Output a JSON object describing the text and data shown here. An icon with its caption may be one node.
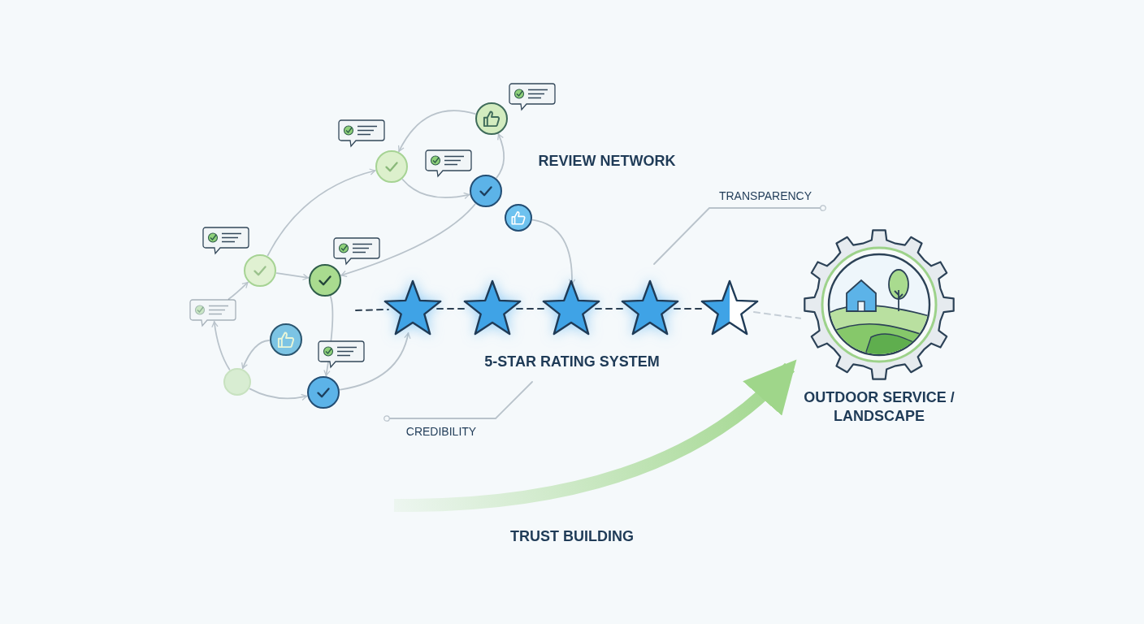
{
  "diagram": {
    "nodes": [
      {
        "text": [],
        "shape": "circle"
      },
      {
        "text": [],
        "shape": "circle"
      },
      {
        "text": [],
        "shape": "circle"
      },
      {
        "text": [],
        "shape": "circle"
      },
      {
        "text": [],
        "shape": "circle"
      },
      {
        "text": [],
        "shape": "circle"
      },
      {
        "text": [],
        "shape": "bubble"
      },
      {
        "text": [],
        "shape": "circle"
      },
      {
        "text": [],
        "shape": "circle"
      },
      {
        "text": [],
        "shape": "circle"
      },
      {
        "text": [],
        "shape": "star"
      },
      {
        "text": [],
        "shape": "star"
      },
      {
        "text": [],
        "shape": "star"
      },
      {
        "text": [],
        "shape": "star"
      },
      {
        "text": [],
        "shape": "star"
      },
      {
        "text": [
          "OUTDOOR SERVICE / LANDSCAPE"
        ]
      },
      {
        "text": [
          "TRANSPARENCY"
        ]
      },
      {
        "text": [
          "CREDIBILITY"
        ]
      }
    ],
    "edges": [
      {
        "from": 4,
        "to": 0,
        "arrow": "to"
      },
      {
        "from": 0,
        "to": 2,
        "arrow": "to"
      },
      {
        "from": 2,
        "to": 1,
        "arrow": "to"
      },
      {
        "from": 1,
        "to": 0,
        "arrow": "to"
      },
      {
        "from": 2,
        "to": 5,
        "arrow": "to"
      },
      {
        "from": 3,
        "to": 12,
        "arrow": "to"
      },
      {
        "from": 4,
        "to": 5,
        "arrow": "to"
      },
      {
        "from": 5,
        "to": 9,
        "arrow": "to"
      },
      {
        "from": 7,
        "to": 8,
        "arrow": "to"
      },
      {
        "from": 8,
        "to": 6,
        "arrow": "to"
      },
      {
        "from": 6,
        "to": 4,
        "arrow": "to"
      },
      {
        "from": 8,
        "to": 9,
        "arrow": "to"
      },
      {
        "from": 9,
        "to": 10,
        "arrow": "to"
      },
      {
        "from": null,
        "to": 10,
        "arrow": "none",
        "style": "dashed",
        "color": "#2c3e50"
      },
      {
        "from": 10,
        "to": 11,
        "arrow": "none",
        "style": "dashed",
        "color": "#2c3e50"
      },
      {
        "from": 11,
        "to": 12,
        "arrow": "none",
        "style": "dashed",
        "color": "#2c3e50"
      },
      {
        "from": 12,
        "to": 13,
        "arrow": "none",
        "style": "dashed",
        "color": "#2c3e50"
      },
      {
        "from": 13,
        "to": 14,
        "arrow": "none",
        "style": "dashed",
        "color": "#2c3e50"
      },
      {
        "from": 14,
        "to": 15,
        "arrow": "none",
        "style": "dashed",
        "color": "#c5ced6"
      },
      {
        "from": null,
        "to": 15,
        "arrow": "to",
        "style": "thick",
        "color": "#9fd68a",
        "label": "TRUST BUILDING"
      },
      {
        "from": 16,
        "to": null,
        "arrow": "other"
      },
      {
        "from": 17,
        "to": null,
        "arrow": "other"
      }
    ],
    "labels": [
      "REVIEW NETWORK",
      "5-STAR RATING SYSTEM"
    ]
  }
}
